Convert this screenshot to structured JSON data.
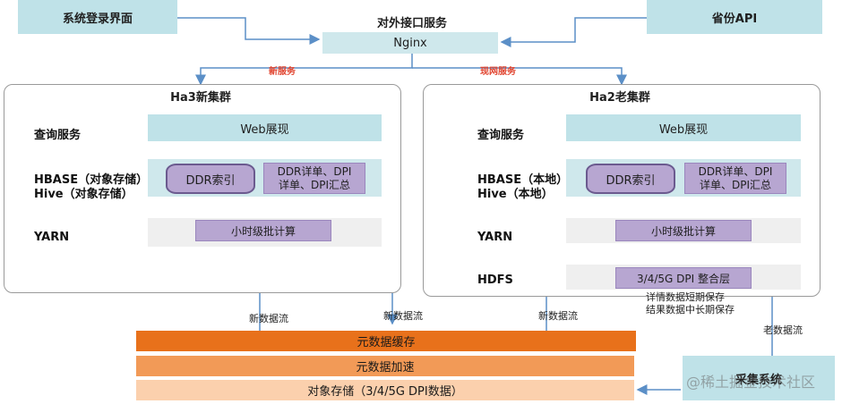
{
  "top": {
    "login": "系统登录界面",
    "api": "省份API",
    "interface_title": "对外接口服务",
    "nginx": "Nginx",
    "new_service": "新服务",
    "current_service": "现网服务"
  },
  "ha3": {
    "title": "Ha3新集群",
    "query": "查询服务",
    "storage_label": "HBASE（对象存储）\nHive（对象存储）",
    "yarn": "YARN",
    "web": "Web展现",
    "ddr_index": "DDR索引",
    "ddr_detail": "DDR详单、DPI\n详单、DPI汇总",
    "batch": "小时级批计算"
  },
  "ha2": {
    "title": "Ha2老集群",
    "query": "查询服务",
    "storage_label": "HBASE（本地）\nHive（本地）",
    "yarn": "YARN",
    "hdfs": "HDFS",
    "web": "Web展现",
    "ddr_index": "DDR索引",
    "ddr_detail": "DDR详单、DPI\n详单、DPI汇总",
    "batch": "小时级批计算",
    "integration": "3/4/5G DPI 整合层",
    "note": "详情数据短期保存\n结果数据中长期保存"
  },
  "flows": {
    "new_flow_1": "新数据流",
    "new_flow_2": "新数据流",
    "new_flow_3": "新数据流",
    "old_flow": "老数据流"
  },
  "bottom": {
    "cache": "元数据缓存",
    "accel": "元数据加速",
    "object_storage": "对象存储（3/4/5G DPI数据）",
    "collection": "采集系统",
    "watermark": "@稀土掘金技术社区"
  },
  "colors": {
    "teal": "#bfe2e8",
    "purple": "#b7a6d1",
    "orange_dark": "#e8711b",
    "orange_mid": "#f29a57",
    "orange_light": "#fbd0ad",
    "arrow_blue": "#5b8fc7"
  }
}
